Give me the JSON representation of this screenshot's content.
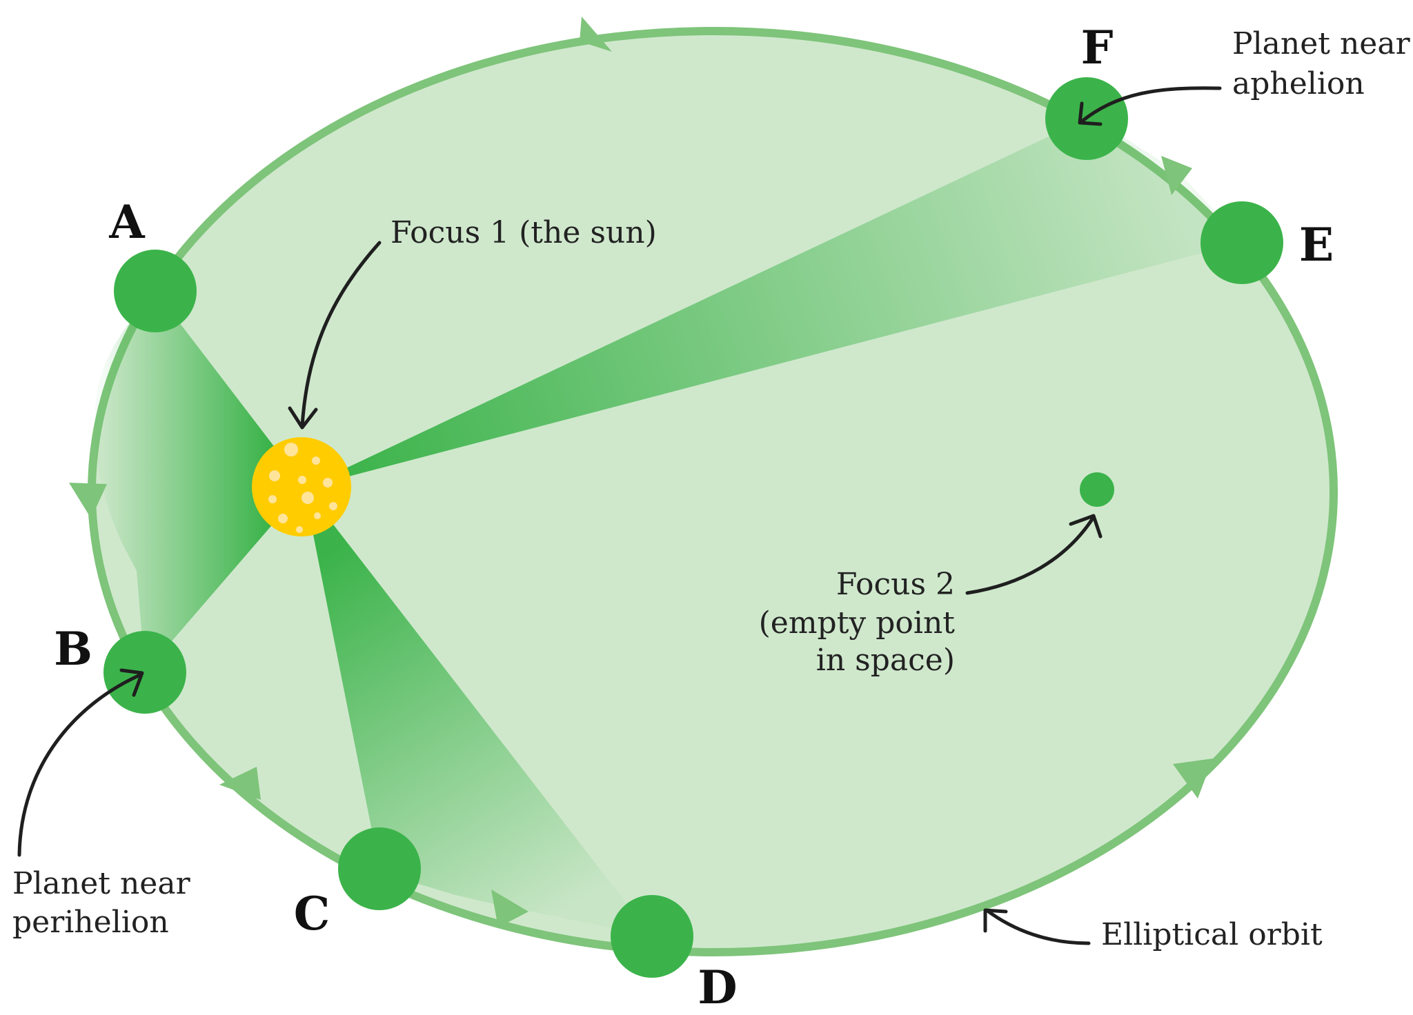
{
  "diagram": {
    "planet_labels": {
      "a": "A",
      "b": "B",
      "c": "C",
      "d": "D",
      "e": "E",
      "f": "F"
    },
    "annotations": {
      "focus1": "Focus 1 (the sun)",
      "focus2_line1": "Focus 2",
      "focus2_line2": "(empty point",
      "focus2_line3": "in space)",
      "aphelion_line1": "Planet near",
      "aphelion_line2": "aphelion",
      "perihelion_line1": "Planet near",
      "perihelion_line2": "perihelion",
      "orbit": "Elliptical orbit"
    },
    "colors": {
      "orbit_fill": "#cfe8cc",
      "orbit_stroke": "#7ec47a",
      "planet": "#3bb34a",
      "sweep": "#3bb34a",
      "sun": "#ffcc00",
      "sun_spots": "#ffe49a",
      "arrow": "#1f1f1f",
      "text": "#222222"
    }
  }
}
